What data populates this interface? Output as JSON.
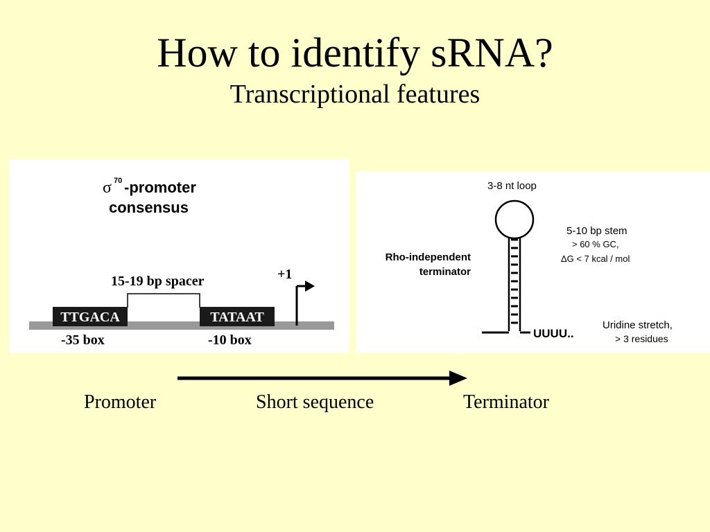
{
  "slide": {
    "title": "How to identify sRNA?",
    "subtitle": "Transcriptional features"
  },
  "promoter_panel": {
    "sigma_symbol": "σ",
    "sigma_superscript": "70",
    "heading_line1": "-promoter",
    "heading_line2": "consensus",
    "spacer_label": "15-19 bp spacer",
    "plus_one": "+1",
    "box35_sequence": "TTGACA",
    "box10_sequence": "TATAAT",
    "box35_label": "-35 box",
    "box10_label": "-10 box"
  },
  "terminator_panel": {
    "loop_label": "3-8 nt loop",
    "stem_line1": "5-10 bp stem",
    "stem_line2": "> 60 % GC,",
    "stem_line3": "ΔG < 7 kcal / mol",
    "name_line1": "Rho-independent",
    "name_line2": "terminator",
    "uuuu": "UUUU..",
    "uridine_line1": "Uridine stretch,",
    "uridine_line2": "> 3 residues"
  },
  "flow": {
    "promoter": "Promoter",
    "short_sequence": "Short sequence",
    "terminator": "Terminator"
  },
  "colors": {
    "background": "#ffffcc",
    "box_fill": "#1a1a1a",
    "dna_bar": "#999999",
    "panel": "#ffffff"
  }
}
